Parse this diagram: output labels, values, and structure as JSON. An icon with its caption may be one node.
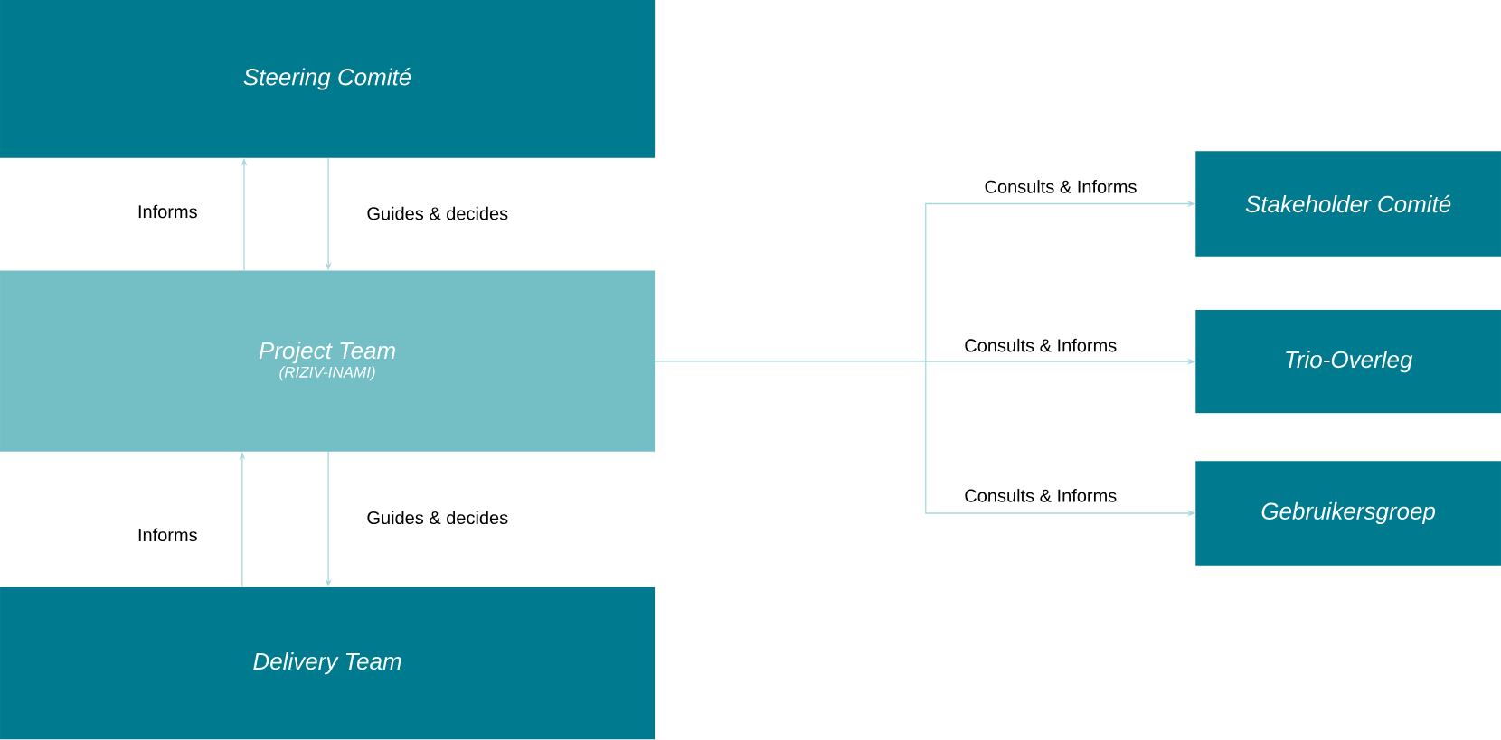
{
  "diagram": {
    "nodes": [
      {
        "text": [
          "Steering Comité"
        ]
      },
      {
        "text": [
          "Project Team",
          "(RIZIV-INAMI)"
        ]
      },
      {
        "text": [
          "Delivery Team"
        ]
      },
      {
        "text": [
          "Stakeholder Comité"
        ]
      },
      {
        "text": [
          "Trio-Overleg"
        ]
      },
      {
        "text": [
          "Gebruikersgroep"
        ]
      }
    ],
    "edges": [
      {
        "from": 1,
        "to": 0,
        "arrow": "to",
        "label": "Informs"
      },
      {
        "from": 0,
        "to": 1,
        "arrow": "to",
        "label": "Guides & decides"
      },
      {
        "from": 2,
        "to": 1,
        "arrow": "to",
        "label": "Informs"
      },
      {
        "from": 1,
        "to": 2,
        "arrow": "to",
        "label": "Guides & decides"
      },
      {
        "from": 1,
        "to": 3,
        "arrow": "to",
        "label": "Consults & Informs"
      },
      {
        "from": 1,
        "to": 4,
        "arrow": "to",
        "label": "Consults & Informs"
      },
      {
        "from": 1,
        "to": 5,
        "arrow": "to",
        "label": "Consults & Informs"
      }
    ]
  }
}
